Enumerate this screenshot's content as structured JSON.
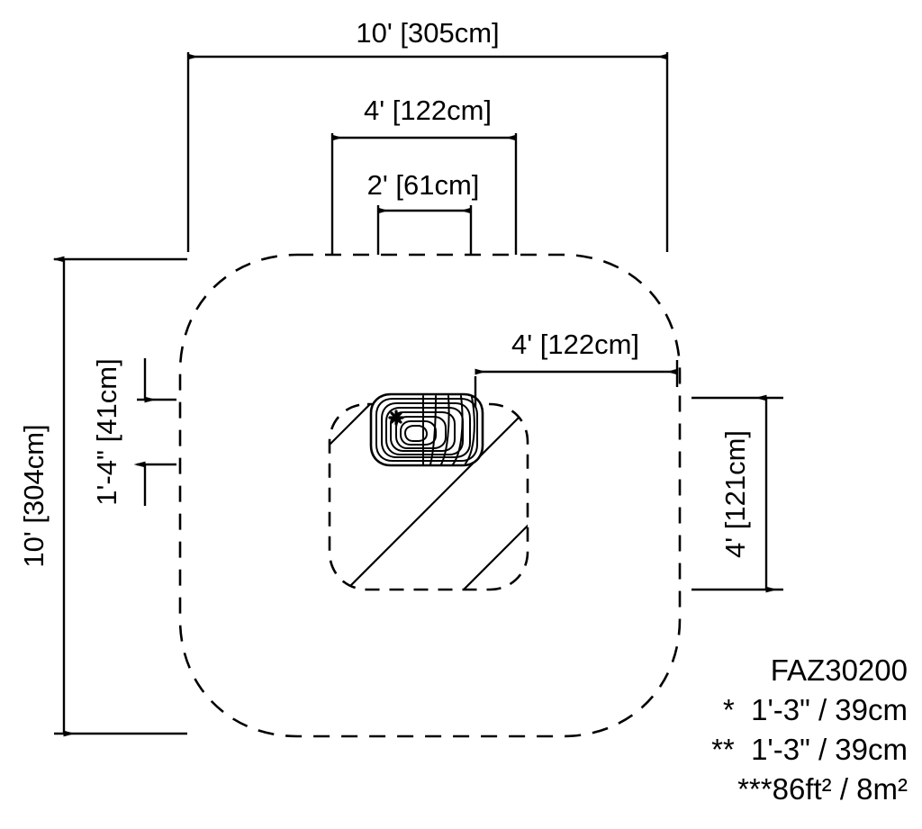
{
  "drawing": {
    "type": "playground-equipment-plan-view",
    "background_color": "#ffffff",
    "line_color": "#000000"
  },
  "dimensions": {
    "top_overall": {
      "label": "10' [305cm]",
      "feet": "10'",
      "metric": "305cm",
      "orientation": "horizontal"
    },
    "top_middle": {
      "label": "4' [122cm]",
      "feet": "4'",
      "metric": "122cm",
      "orientation": "horizontal"
    },
    "top_inner": {
      "label": "2' [61cm]",
      "feet": "2'",
      "metric": "61cm",
      "orientation": "horizontal"
    },
    "left_overall": {
      "label": "10' [304cm]",
      "feet": "10'",
      "metric": "304cm",
      "orientation": "vertical"
    },
    "left_inner": {
      "label": "1'-4\" [41cm]",
      "feet": "1'-4\"",
      "metric": "41cm",
      "orientation": "vertical"
    },
    "center_horizontal": {
      "label": "4' [122cm]",
      "feet": "4'",
      "metric": "122cm",
      "orientation": "horizontal"
    },
    "right_vertical": {
      "label": "4' [121cm]",
      "feet": "4'",
      "metric": "121cm",
      "orientation": "vertical"
    }
  },
  "notes": {
    "model_number": "FAZ30200",
    "line_1": "*  1'-3\" / 39cm",
    "line_2": "**  1'-3\" / 39cm",
    "line_3": "***86ft² / 8m²"
  },
  "features": {
    "safety_zone_label": "safety-zone-outline",
    "equipment_footprint_label": "equipment-footprint",
    "boulder_label": "climbing-boulder"
  }
}
